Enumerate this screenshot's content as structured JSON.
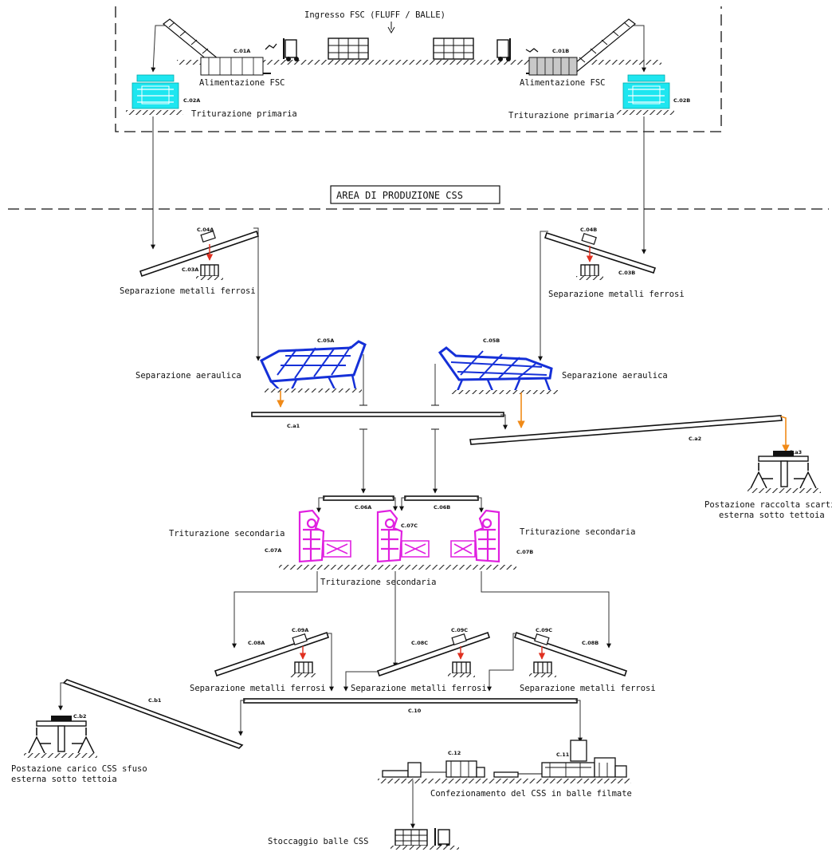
{
  "colors": {
    "primary_shredder": "#1ee6f0",
    "air_separator": "#1530d8",
    "secondary_shredder": "#e020e0",
    "magnet_arrow": "#e03020",
    "reject_flow": "#f08a18",
    "line": "#111111"
  },
  "labels": {
    "input_fsc": "Ingresso FSC (FLUFF / BALLE)",
    "area_css": "AREA DI PRODUZIONE CSS",
    "feed_a": "Alimentazione FSC",
    "feed_b": "Alimentazione FSC",
    "primary_a": "Triturazione primaria",
    "primary_b": "Triturazione primaria",
    "fe_sep_a": "Separazione metalli ferrosi",
    "fe_sep_b": "Separazione metalli ferrosi",
    "air_sep_a": "Separazione aeraulica",
    "air_sep_b": "Separazione aeraulica",
    "secondary_a": "Triturazione secondaria",
    "secondary_b": "Triturazione secondaria",
    "secondary_c": "Triturazione secondaria",
    "fe_sep_09a": "Separazione metalli ferrosi",
    "fe_sep_09c": "Separazione metalli ferrosi",
    "fe_sep_09b": "Separazione metalli ferrosi",
    "reject_station_1": "Postazione raccolta scarti",
    "reject_station_2": "esterna sotto tettoia",
    "bulk_station_1": "Postazione carico CSS sfuso",
    "bulk_station_2": "esterna sotto tettoia",
    "baling": "Confezionamento del CSS in balle filmate",
    "storage": "Stoccaggio balle CSS"
  },
  "codes": {
    "c01a": "C.01A",
    "c01b": "C.01B",
    "c02a": "C.02A",
    "c02b": "C.02B",
    "c03a": "C.03A",
    "c03b": "C.03B",
    "c04a": "C.04A",
    "c04b": "C.04B",
    "c05a": "C.05A",
    "c05b": "C.05B",
    "ca1": "C.a1",
    "ca2": "C.a2",
    "ca3": "C.a3",
    "c06a": "C.06A",
    "c06b": "C.06B",
    "c07a": "C.07A",
    "c07b": "C.07B",
    "c07c": "C.07C",
    "c08a": "C.08A",
    "c08b": "C.08B",
    "c08c": "C.08C",
    "c09a": "C.09A",
    "c09c1": "C.09C",
    "c09c2": "C.09C",
    "cb1": "C.b1",
    "cb2": "C.b2",
    "c10": "C.10",
    "c11": "C.11",
    "c12": "C.12"
  }
}
